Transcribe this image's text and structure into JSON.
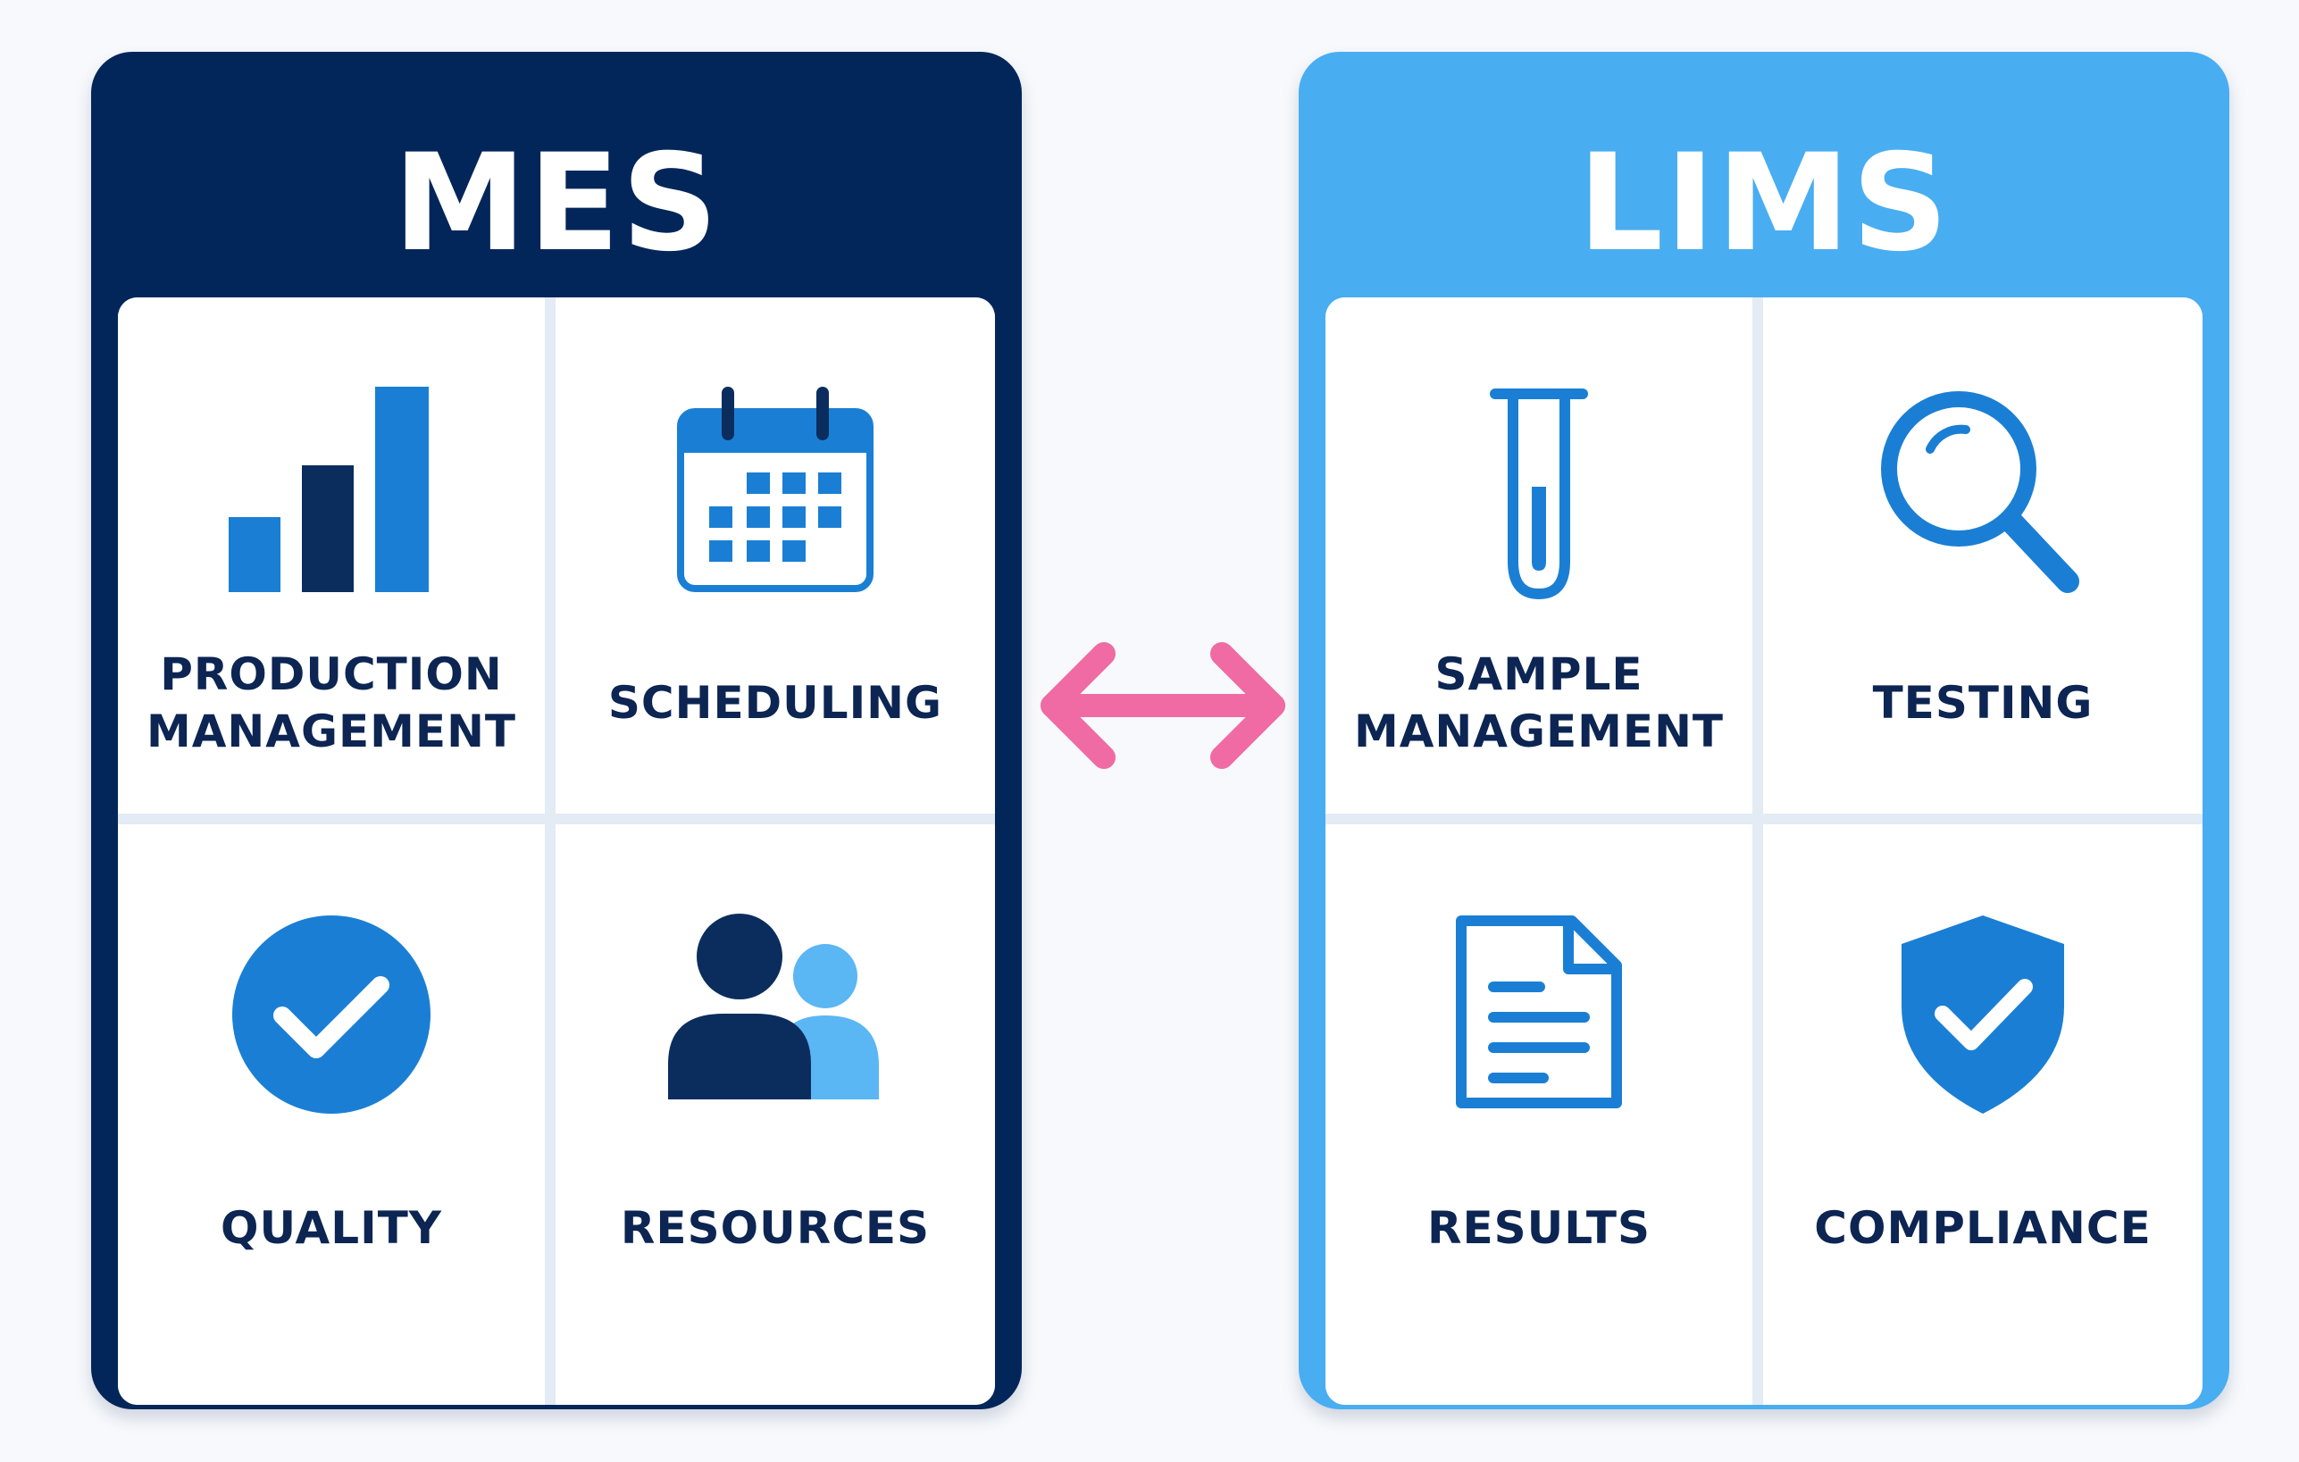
{
  "colors": {
    "mes_panel": "#03265a",
    "lims_panel": "#49adf1",
    "icon_blue": "#1a7fd4",
    "icon_navy": "#0b2d5e",
    "icon_light": "#5bb6f4",
    "arrow_pink": "#f06ba3",
    "label": "#0c2552"
  },
  "mes": {
    "title": "MES",
    "tiles": [
      {
        "label": "PRODUCTION\nMANAGEMENT",
        "icon": "bar-chart-icon"
      },
      {
        "label": "SCHEDULING",
        "icon": "calendar-icon"
      },
      {
        "label": "QUALITY",
        "icon": "check-circle-icon"
      },
      {
        "label": "RESOURCES",
        "icon": "users-icon"
      }
    ]
  },
  "lims": {
    "title": "LIMS",
    "tiles": [
      {
        "label": "SAMPLE\nMANAGEMENT",
        "icon": "test-tube-icon"
      },
      {
        "label": "TESTING",
        "icon": "magnifier-icon"
      },
      {
        "label": "RESULTS",
        "icon": "document-icon"
      },
      {
        "label": "COMPLIANCE",
        "icon": "shield-check-icon"
      }
    ]
  },
  "connector": {
    "icon": "double-arrow-icon"
  }
}
